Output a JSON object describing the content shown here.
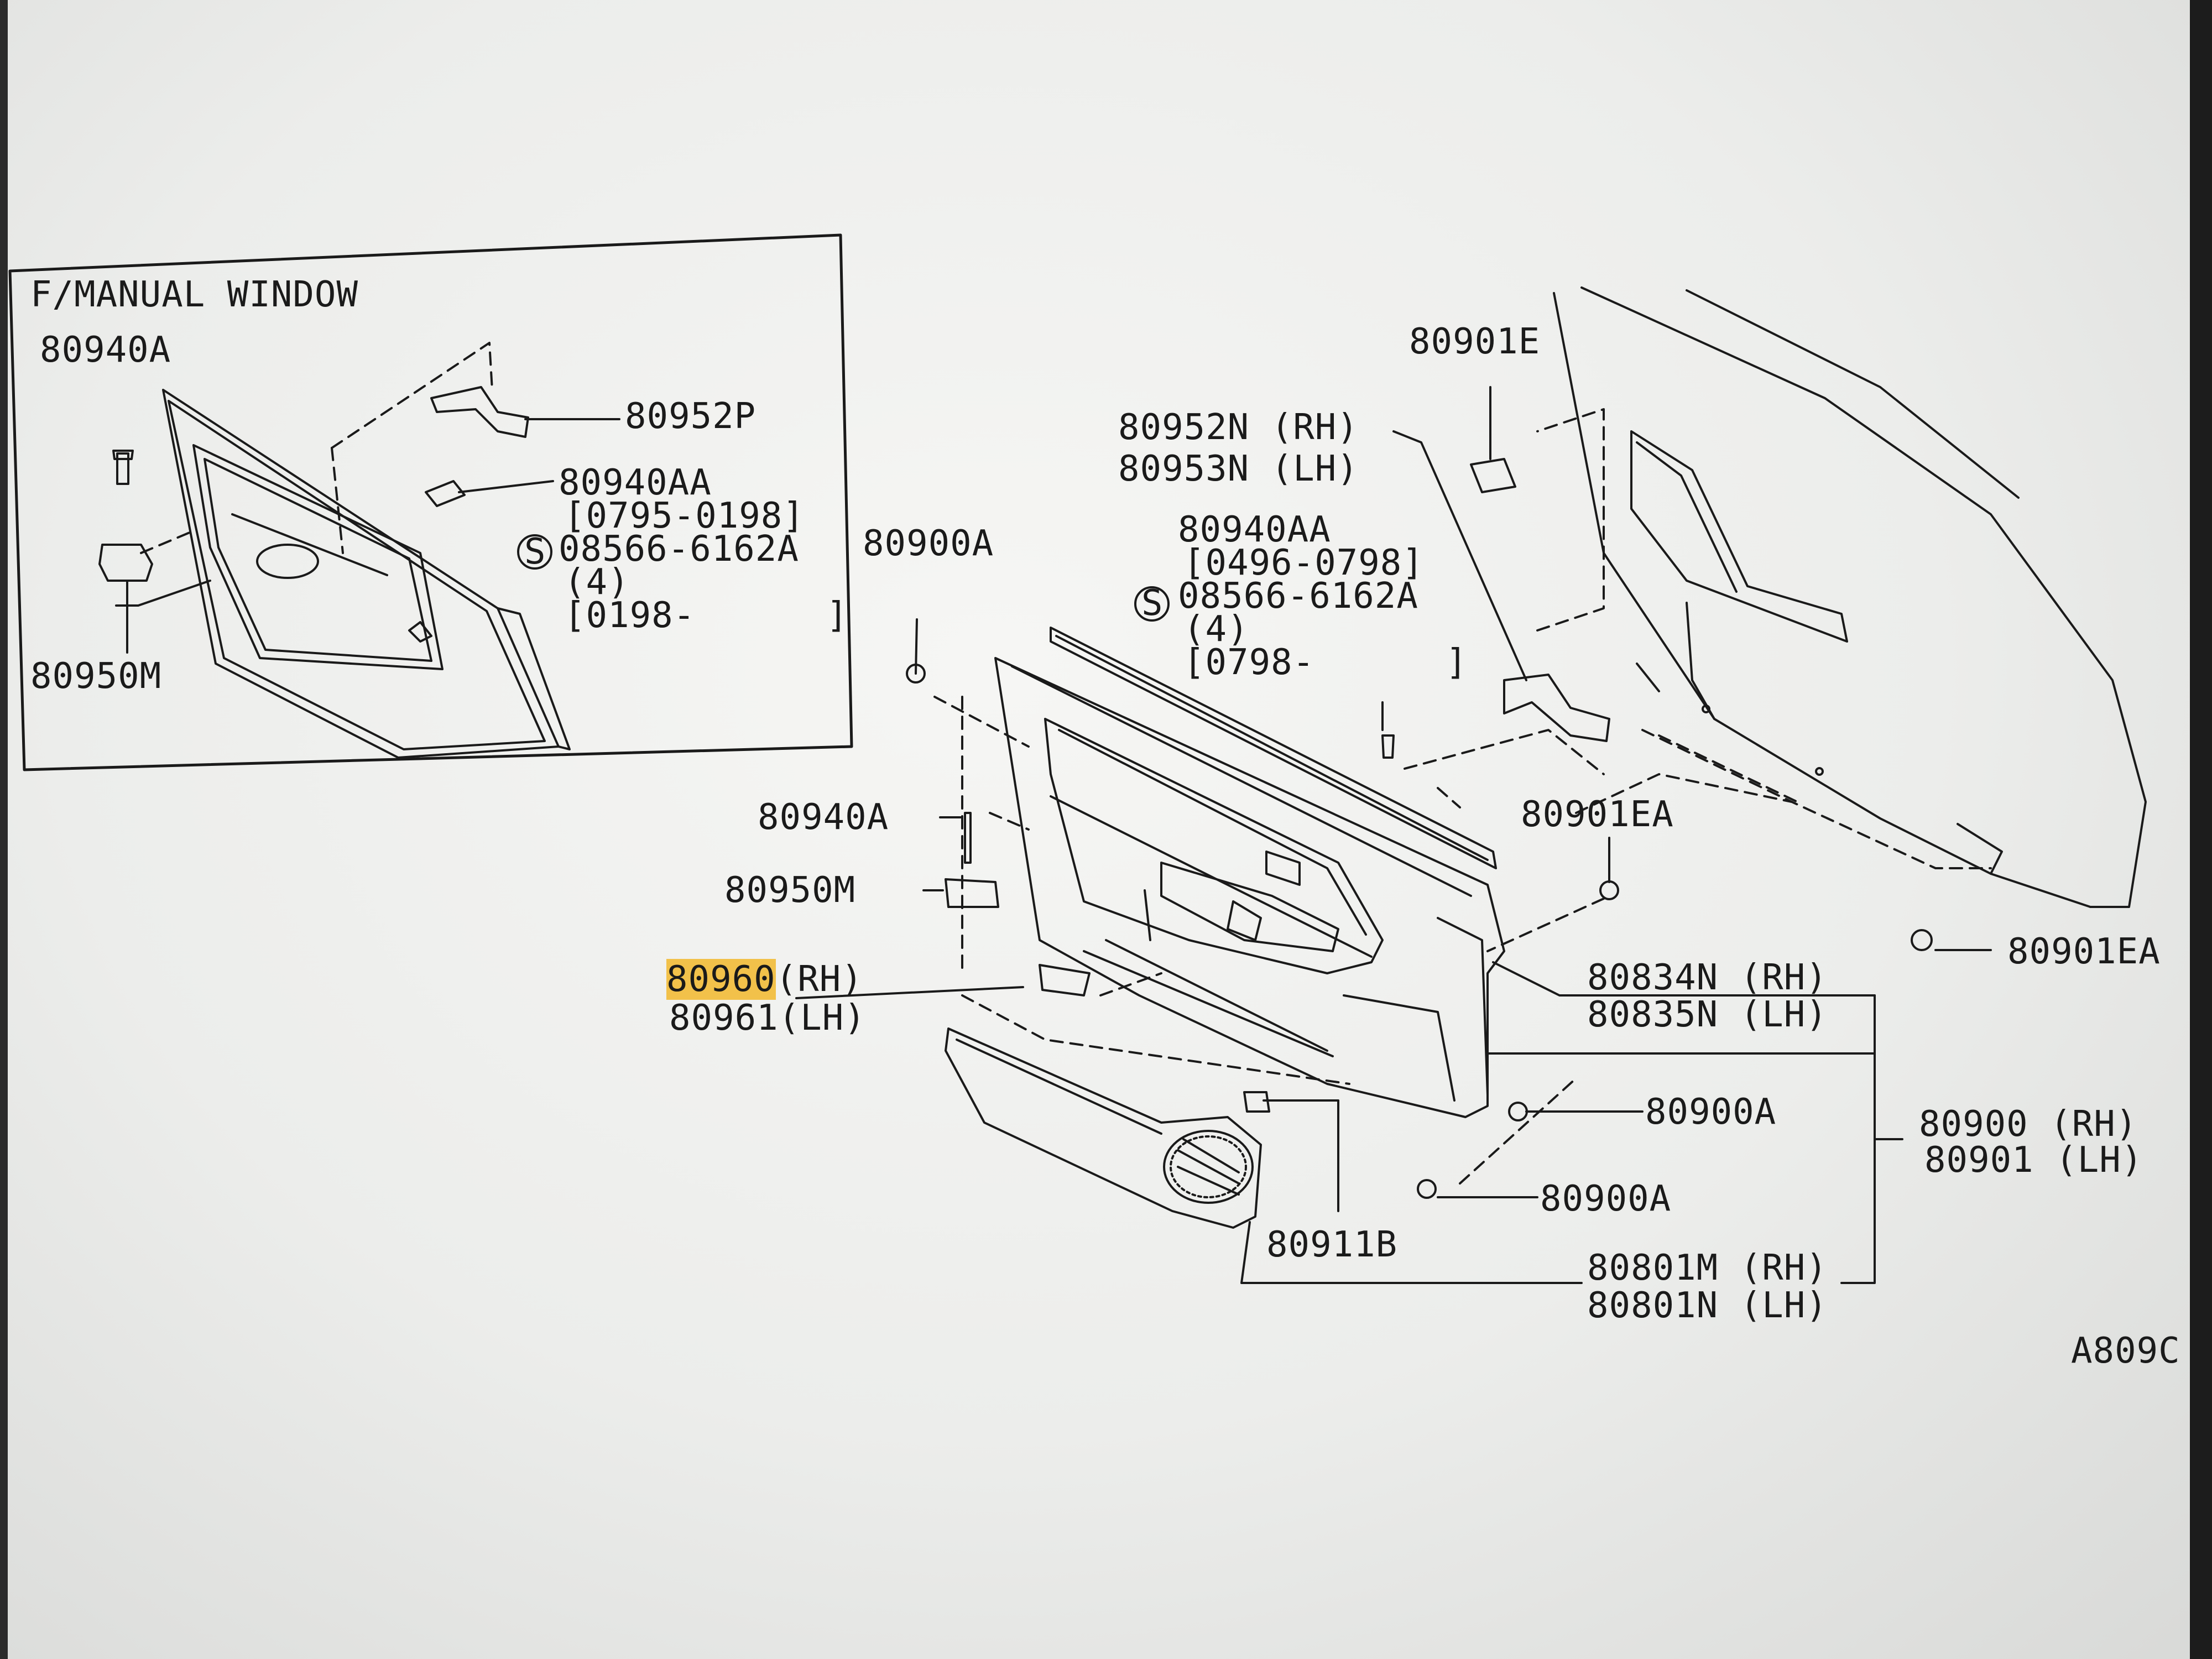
{
  "inset": {
    "title": "F/MANUAL WINDOW",
    "labels": {
      "p80940A": "80940A",
      "p80952P": "80952P",
      "p80940AA": "80940AA",
      "date_a": "[0795-0198]",
      "screw": "08566-6162A",
      "screw_symbol": "S",
      "qty": "(4)",
      "date_b": "[0198-      ]",
      "p80950M": "80950M"
    }
  },
  "main": {
    "p80901E": "80901E",
    "p80952N": "80952N (RH)",
    "p80953N": "80953N (LH)",
    "p80940AA": "80940AA",
    "date_c": "[0496-0798]",
    "screw": "08566-6162A",
    "screw_symbol": "S",
    "qty": "(4)",
    "date_d": "[0798-      ]",
    "p80900A_top": "80900A",
    "p80940A": "80940A",
    "p80950M": "80950M",
    "p80960_num": "80960",
    "p80960_suffix": "(RH)",
    "p80961": "80961(LH)",
    "p80901EA_mid": "80901EA",
    "p80901EA_right": "80901EA",
    "p80834N": "80834N (RH)",
    "p80835N": "80835N (LH)",
    "p80900A_mid": "80900A",
    "p80900A_low": "80900A",
    "p80900": "80900 (RH)",
    "p80901": "80901 (LH)",
    "p80911B": "80911B",
    "p80801M": "80801M (RH)",
    "p80801N": "80801N (LH)",
    "code": "A809C"
  },
  "colors": {
    "ink": "#1a1a1a",
    "highlight": "#f2c14a",
    "screen": "#eeeeec"
  }
}
